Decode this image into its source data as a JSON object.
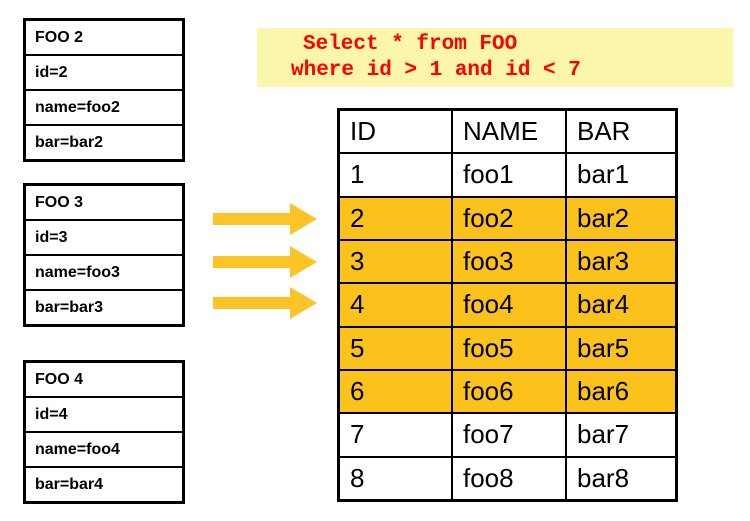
{
  "query": {
    "line1": "Select * from FOO",
    "line2": "where id > 1 and id < 7",
    "text_color": "#FF0000",
    "background": "#FCF6AD"
  },
  "record_boxes": [
    {
      "title": "FOO 2",
      "fields": [
        "id=2",
        "name=foo2",
        "bar=bar2"
      ]
    },
    {
      "title": "FOO 3",
      "fields": [
        "id=3",
        "name=foo3",
        "bar=bar3"
      ]
    },
    {
      "title": "FOO 4",
      "fields": [
        "id=4",
        "name=foo4",
        "bar=bar4"
      ]
    }
  ],
  "arrows": {
    "count": 3,
    "direction": "right",
    "color": "#FDC428"
  },
  "table": {
    "headers": [
      "ID",
      "NAME",
      "BAR"
    ],
    "highlight_color": "#FCC21C",
    "rows": [
      {
        "id": "1",
        "name": "foo1",
        "bar": "bar1",
        "highlighted": false
      },
      {
        "id": "2",
        "name": "foo2",
        "bar": "bar2",
        "highlighted": true
      },
      {
        "id": "3",
        "name": "foo3",
        "bar": "bar3",
        "highlighted": true
      },
      {
        "id": "4",
        "name": "foo4",
        "bar": "bar4",
        "highlighted": true
      },
      {
        "id": "5",
        "name": "foo5",
        "bar": "bar5",
        "highlighted": true
      },
      {
        "id": "6",
        "name": "foo6",
        "bar": "bar6",
        "highlighted": true
      },
      {
        "id": "7",
        "name": "foo7",
        "bar": "bar7",
        "highlighted": false
      },
      {
        "id": "8",
        "name": "foo8",
        "bar": "bar8",
        "highlighted": false
      }
    ]
  }
}
